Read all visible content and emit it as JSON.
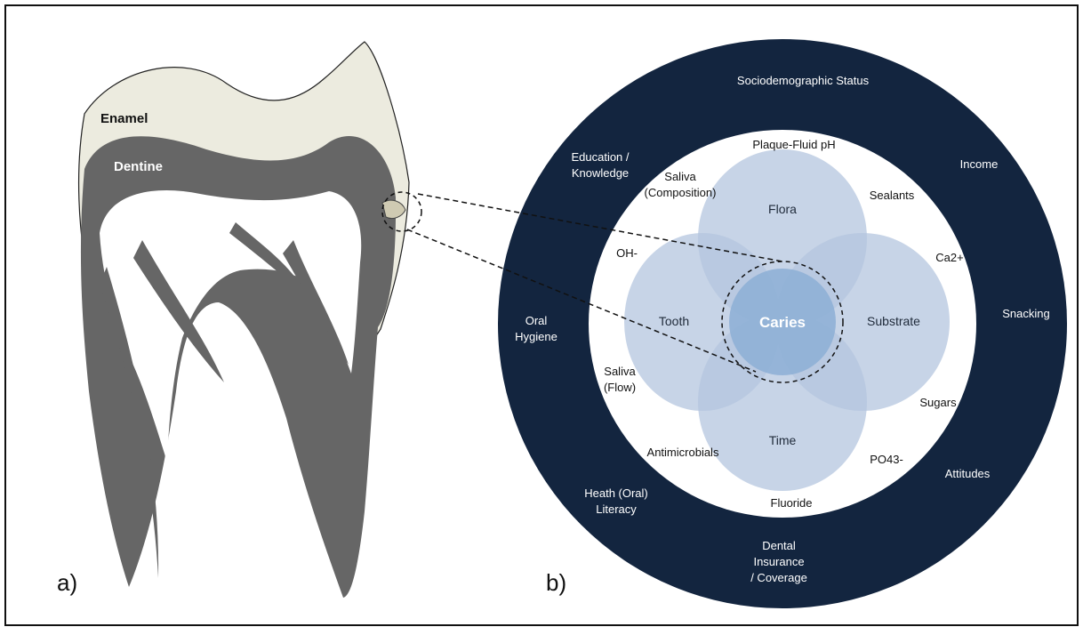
{
  "panels": {
    "a": "a)",
    "b": "b)"
  },
  "tooth": {
    "enamel_label": "Enamel",
    "dentine_label": "Dentine"
  },
  "outer_ring": [
    [
      "Sociodemographic Status"
    ],
    [
      "Education /",
      "Knowledge"
    ],
    [
      "Income"
    ],
    [
      "Oral",
      "Hygiene"
    ],
    [
      "Snacking"
    ],
    [
      "Heath (Oral)",
      "Literacy"
    ],
    [
      "Attitudes"
    ],
    [
      "Dental",
      "Insurance",
      "/ Coverage"
    ]
  ],
  "inner_ring": [
    [
      "Plaque-Fluid pH"
    ],
    [
      "Saliva",
      "(Composition)"
    ],
    [
      "Sealants"
    ],
    [
      "OH-"
    ],
    [
      "Ca2+"
    ],
    [
      "Saliva",
      "(Flow)"
    ],
    [
      "Sugars"
    ],
    [
      "Antimicrobials"
    ],
    [
      "PO43-"
    ],
    [
      "Fluoride"
    ]
  ],
  "core_factors": {
    "flora": "Flora",
    "tooth": "Tooth",
    "substrate": "Substrate",
    "time": "Time",
    "center": "Caries"
  },
  "colors": {
    "navy": "#13253f",
    "petal": "#b4c6df",
    "center": "#8fb0d6",
    "enamel": "#ecebdf",
    "dentine": "#666666",
    "pulp": "#ffffff",
    "lesion": "#cfcab2"
  }
}
